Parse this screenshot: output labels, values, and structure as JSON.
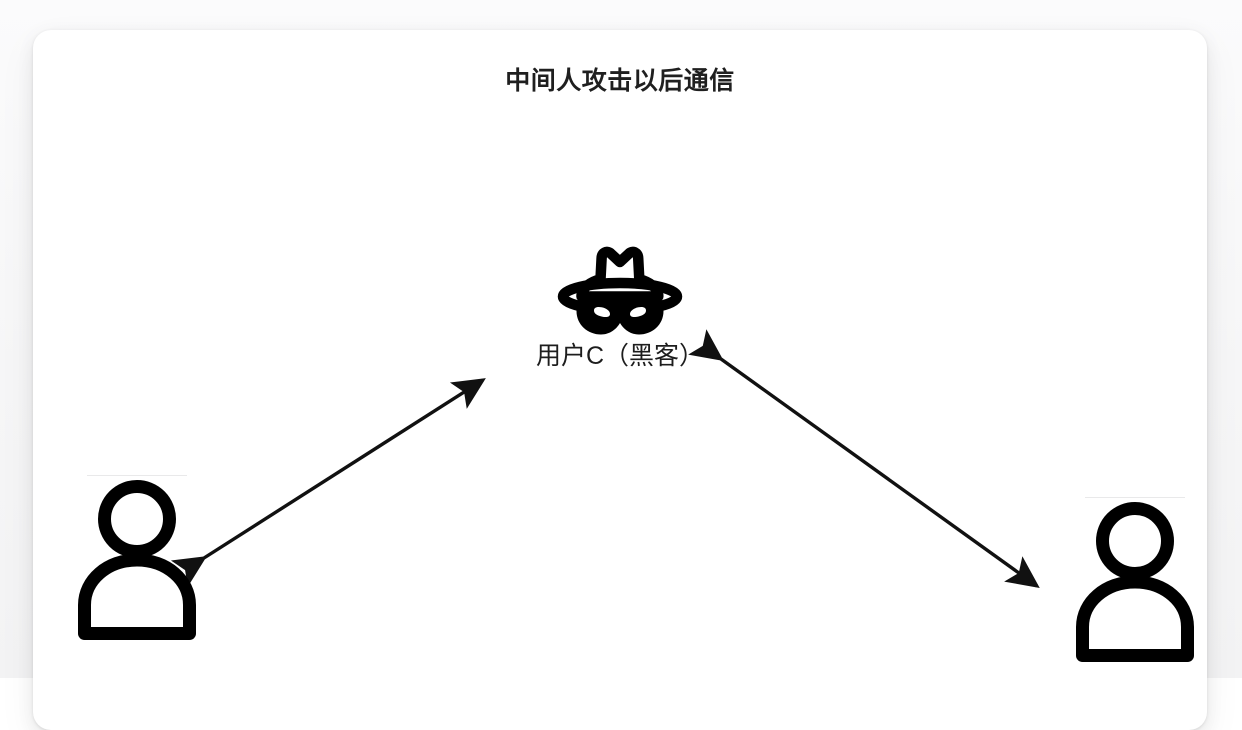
{
  "diagram": {
    "title": "中间人攻击以后通信",
    "background_color": "#ffffff",
    "card_color": "#ffffff",
    "stroke_color": "#000000",
    "title_color": "#1f1f1f",
    "nodes": [
      {
        "id": "hacker",
        "label": "用户C（黑客）",
        "icon": "user-secret-icon",
        "position": "top-center"
      },
      {
        "id": "user-a",
        "label": "",
        "icon": "user-icon",
        "position": "bottom-left"
      },
      {
        "id": "user-b",
        "label": "",
        "icon": "user-icon",
        "position": "bottom-right"
      }
    ],
    "connections": [
      {
        "id": "link-a-hacker",
        "from": "user-a",
        "to": "hacker",
        "style": "double-headed-arrow",
        "label": ""
      },
      {
        "id": "link-hacker-b",
        "from": "hacker",
        "to": "user-b",
        "style": "double-headed-arrow",
        "label": ""
      }
    ]
  }
}
